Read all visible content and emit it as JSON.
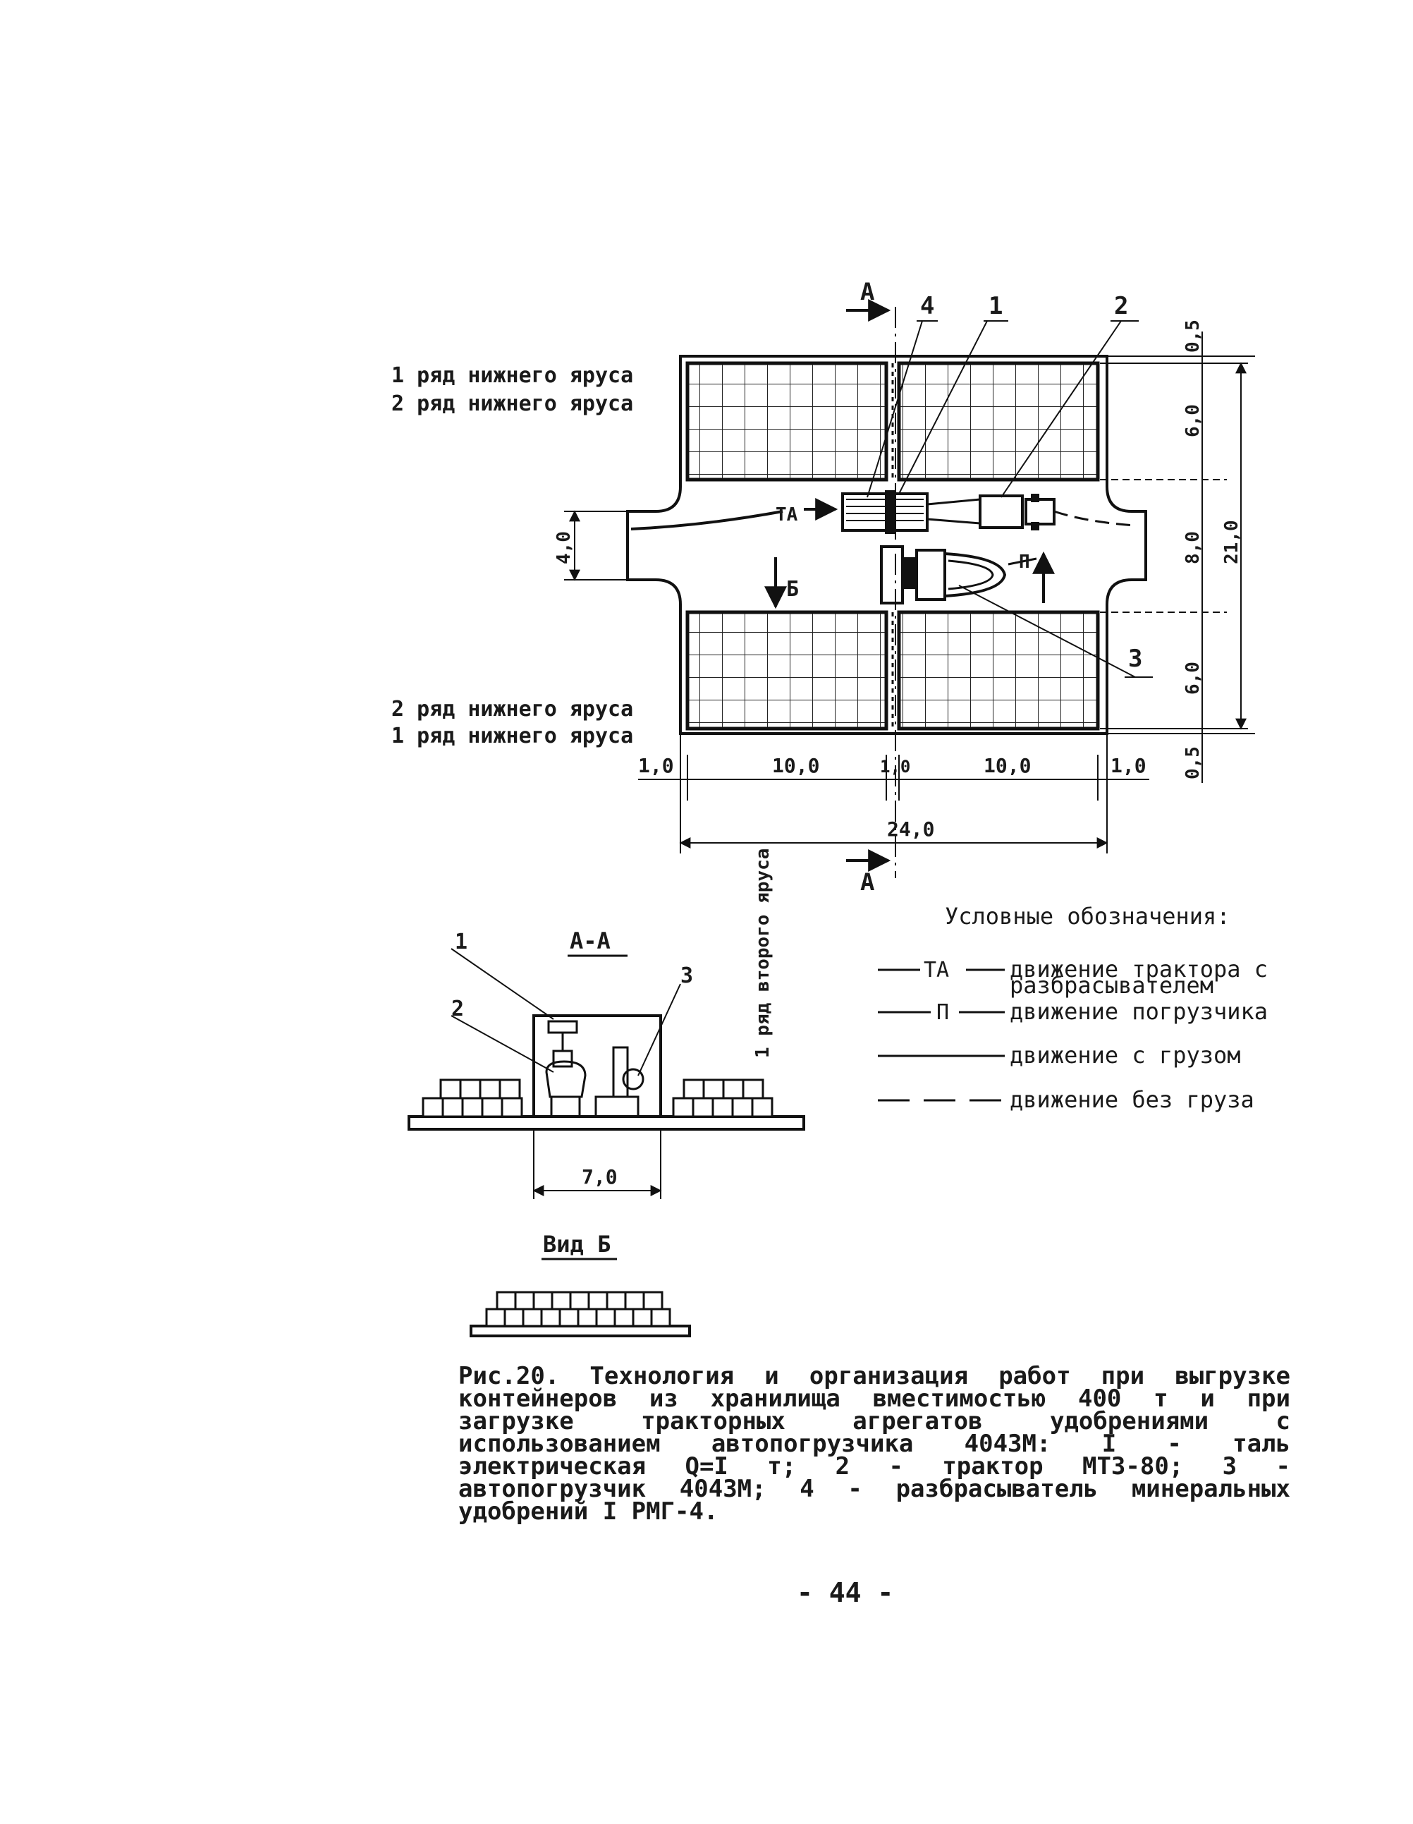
{
  "plan": {
    "labels": {
      "tier_top_1": "1 ряд нижнего яруса",
      "tier_top_2": "2 ряд нижнего яруса",
      "tier_bottom_1": "2 ряд нижнего яруса",
      "tier_bottom_2": "1 ряд нижнего яруса",
      "section_mark": "А",
      "view_mark": "Б",
      "callout_1": "1",
      "callout_2": "2",
      "callout_3": "3",
      "callout_4": "4",
      "flow_ta": "ТА",
      "flow_p": "П"
    },
    "dimensions": {
      "left_offset": "1,0",
      "left_block": "10,0",
      "middle_gap": "1,0",
      "right_block": "10,0",
      "right_offset": "1,0",
      "total_width": "24,0",
      "top_margin": "0,5",
      "top_block": "6,0",
      "aisle": "8,0",
      "bottom_block": "6,0",
      "bottom_margin": "0,5",
      "total_height": "21,0",
      "entry_width": "4,0"
    }
  },
  "section_aa": {
    "title": "А-А",
    "width_dim": "7,0",
    "callout_1": "1",
    "callout_2": "2",
    "callout_3": "3",
    "tier_label": "1 ряд второго яруса"
  },
  "view_b": {
    "title": "Вид Б"
  },
  "legend": {
    "title": "Условные обозначения:",
    "items": [
      {
        "tag": "ТА",
        "text_line1": "движение трактора с",
        "text_line2": "разбрасывателем"
      },
      {
        "tag": "П",
        "text_line1": "движение погрузчика",
        "text_line2": ""
      },
      {
        "tag": "",
        "text_line1": "движение с грузом",
        "text_line2": ""
      },
      {
        "tag": "",
        "text_line1": "движение без груза",
        "text_line2": ""
      }
    ]
  },
  "caption": "Рис.20. Технология и организация работ при выгрузке контейнеров из хранилища вместимостью 400 т и при загрузке тракторных агрегатов удобрениями с использованием автопогрузчика 4043М: I - таль электрическая Q=I т; 2 - трактор МТЗ-80; 3 - автопогрузчик 4043М; 4 - разбрасыватель минеральных удобрений I РМГ-4.",
  "page_number": "- 44 -"
}
